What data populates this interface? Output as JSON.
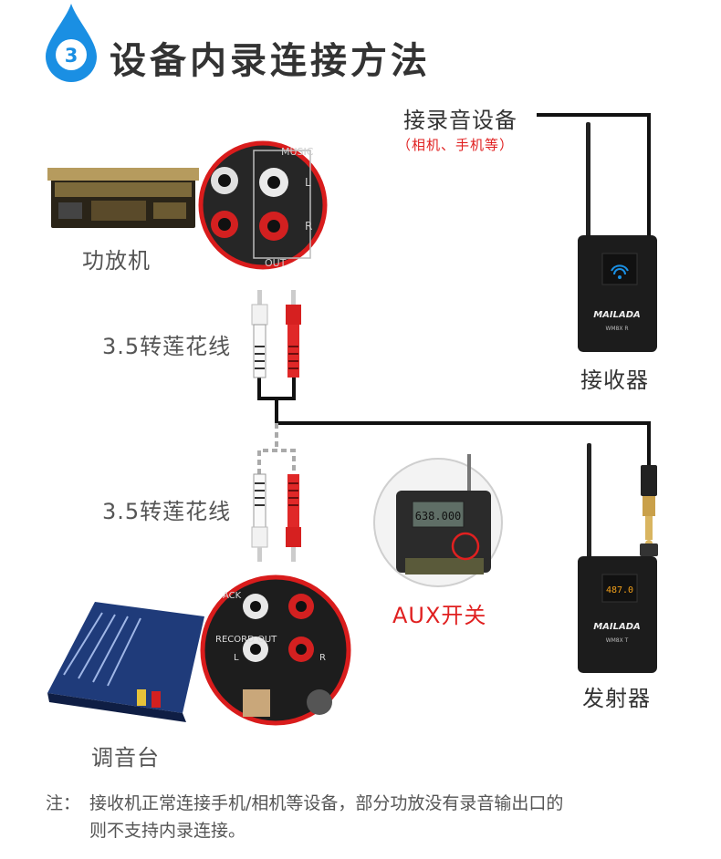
{
  "header": {
    "step_number": "3",
    "title": "设备内录连接方法"
  },
  "devices": {
    "amplifier": "功放机",
    "mixer": "调音台",
    "receiver": "接收器",
    "transmitter": "发射器",
    "record_device": "接录音设备",
    "record_device_examples": "（相机、手机等）"
  },
  "cables": {
    "upper": "3.5转莲花线",
    "lower": "3.5转莲花线"
  },
  "switch": {
    "label": "AUX开关",
    "lcd_value": "638.000"
  },
  "device_labels": {
    "brand": "MAILADA",
    "receiver_model": "WM8X R",
    "transmitter_model": "WM8X T",
    "transmitter_freq": "487.0"
  },
  "jack_labels": {
    "music": "MUSIC",
    "out": "OUT",
    "left": "L",
    "right": "R",
    "record_out": "RECORD OUT",
    "back": "ACK"
  },
  "note": {
    "prefix": "注：",
    "line1": "接收机正常连接手机/相机等设备，部分功放没有录音输出口的",
    "line2": "则不支持内录连接。"
  },
  "colors": {
    "accent_blue": "#1a8fe3",
    "red": "#e02020",
    "wire": "#111111"
  }
}
